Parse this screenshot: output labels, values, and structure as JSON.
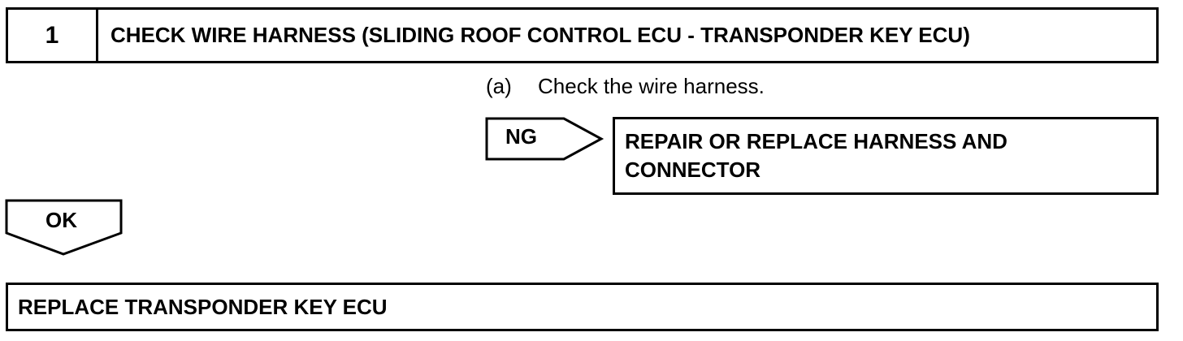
{
  "step": {
    "number": "1",
    "title": "CHECK WIRE HARNESS (SLIDING ROOF CONTROL ECU - TRANSPONDER KEY ECU)"
  },
  "instruction": {
    "letter": "(a)",
    "text": "Check the wire harness."
  },
  "ng_branch": {
    "label": "NG",
    "result": "REPAIR OR REPLACE HARNESS AND CONNECTOR"
  },
  "ok_branch": {
    "label": "OK",
    "result": "REPLACE TRANSPONDER KEY ECU"
  }
}
